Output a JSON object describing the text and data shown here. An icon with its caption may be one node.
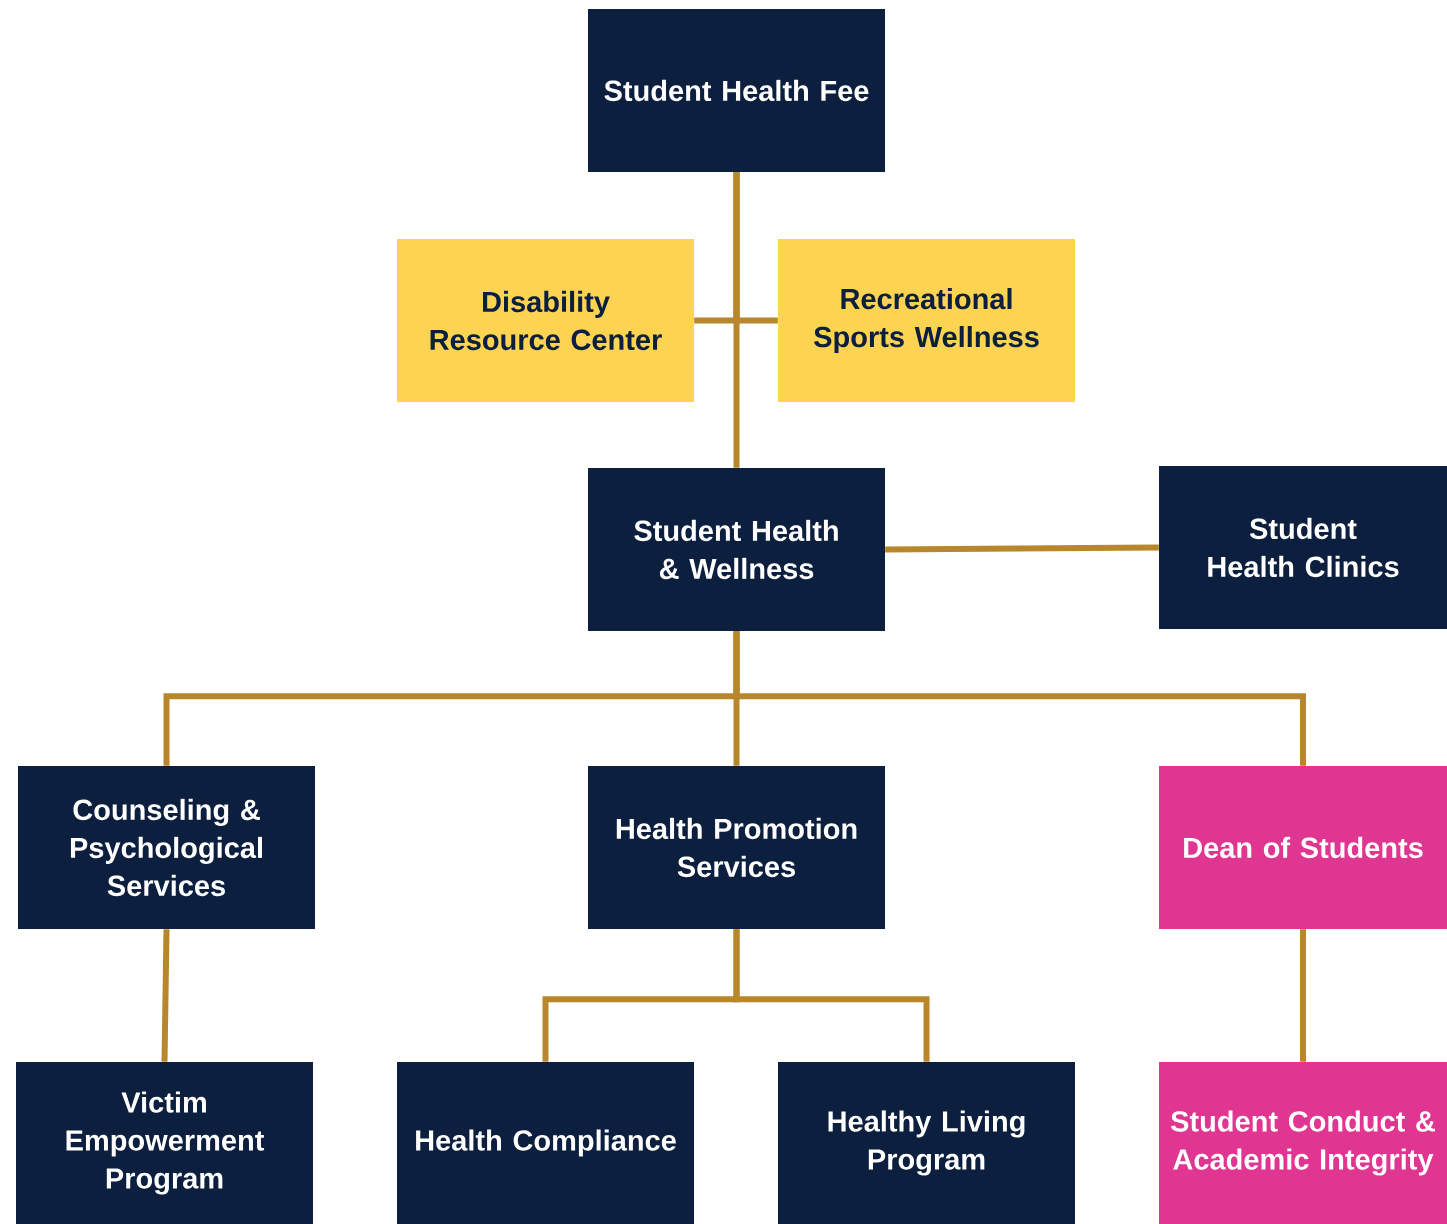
{
  "diagram": {
    "nodes": [
      {
        "text": [
          "Student Health Fee"
        ]
      },
      {
        "text": [
          "Disability Resource Center"
        ]
      },
      {
        "text": [
          "Recreational Sports Wellness"
        ]
      },
      {
        "text": [
          "Student Health & Wellness"
        ]
      },
      {
        "text": [
          "Student Health Clinics"
        ]
      },
      {
        "text": [
          "Counseling & Psychological Services"
        ]
      },
      {
        "text": [
          "Health Promotion Services"
        ]
      },
      {
        "text": [
          "Dean of Students"
        ]
      },
      {
        "text": [
          "Victim Empowerment Program"
        ]
      },
      {
        "text": [
          "Health Compliance"
        ]
      },
      {
        "text": [
          "Healthy Living Program"
        ]
      },
      {
        "text": [
          "Student Conduct & Academic Integrity"
        ]
      }
    ],
    "edges": [
      {
        "from": 0,
        "to": 1,
        "arrow": "none"
      },
      {
        "from": 0,
        "to": 2,
        "arrow": "none"
      },
      {
        "from": 0,
        "to": 3,
        "arrow": "none"
      },
      {
        "from": 3,
        "to": 4,
        "arrow": "none"
      },
      {
        "from": 3,
        "to": 5,
        "arrow": "none"
      },
      {
        "from": 3,
        "to": 6,
        "arrow": "none"
      },
      {
        "from": 3,
        "to": 7,
        "arrow": "none"
      },
      {
        "from": 5,
        "to": 8,
        "arrow": "none"
      },
      {
        "from": 6,
        "to": 9,
        "arrow": "none"
      },
      {
        "from": 6,
        "to": 10,
        "arrow": "none"
      },
      {
        "from": 7,
        "to": 11,
        "arrow": "none"
      }
    ]
  }
}
